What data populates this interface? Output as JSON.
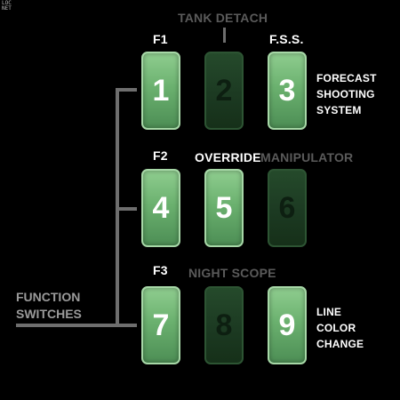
{
  "corner_label": [
    "LOC",
    "NET"
  ],
  "top_labels": {
    "tank_detach": "TANK DETACH",
    "f1": "F1",
    "fss": "F.S.S.",
    "f2": "F2",
    "override": "OVERRIDE",
    "manipulator": "MANIPULATOR",
    "f3": "F3",
    "night_scope": "NIGHT SCOPE"
  },
  "side_labels": {
    "forecast": [
      "FORECAST",
      "SHOOTING",
      "SYSTEM"
    ],
    "line_color": [
      "LINE",
      "COLOR",
      "CHANGE"
    ]
  },
  "function_switches": [
    "FUNCTION",
    "SWITCHES"
  ],
  "keys": [
    {
      "label": "1",
      "state": "active"
    },
    {
      "label": "2",
      "state": "inactive"
    },
    {
      "label": "3",
      "state": "active"
    },
    {
      "label": "4",
      "state": "active"
    },
    {
      "label": "5",
      "state": "active"
    },
    {
      "label": "6",
      "state": "inactive"
    },
    {
      "label": "7",
      "state": "active"
    },
    {
      "label": "8",
      "state": "inactive"
    },
    {
      "label": "9",
      "state": "active"
    }
  ],
  "colors": {
    "active_key": "#6bb16f",
    "inactive_key": "#1c3a22",
    "label_active": "#ffffff",
    "label_inactive": "#5a5a5a",
    "connector_line": "#6e6e6e",
    "background": "#000000"
  }
}
